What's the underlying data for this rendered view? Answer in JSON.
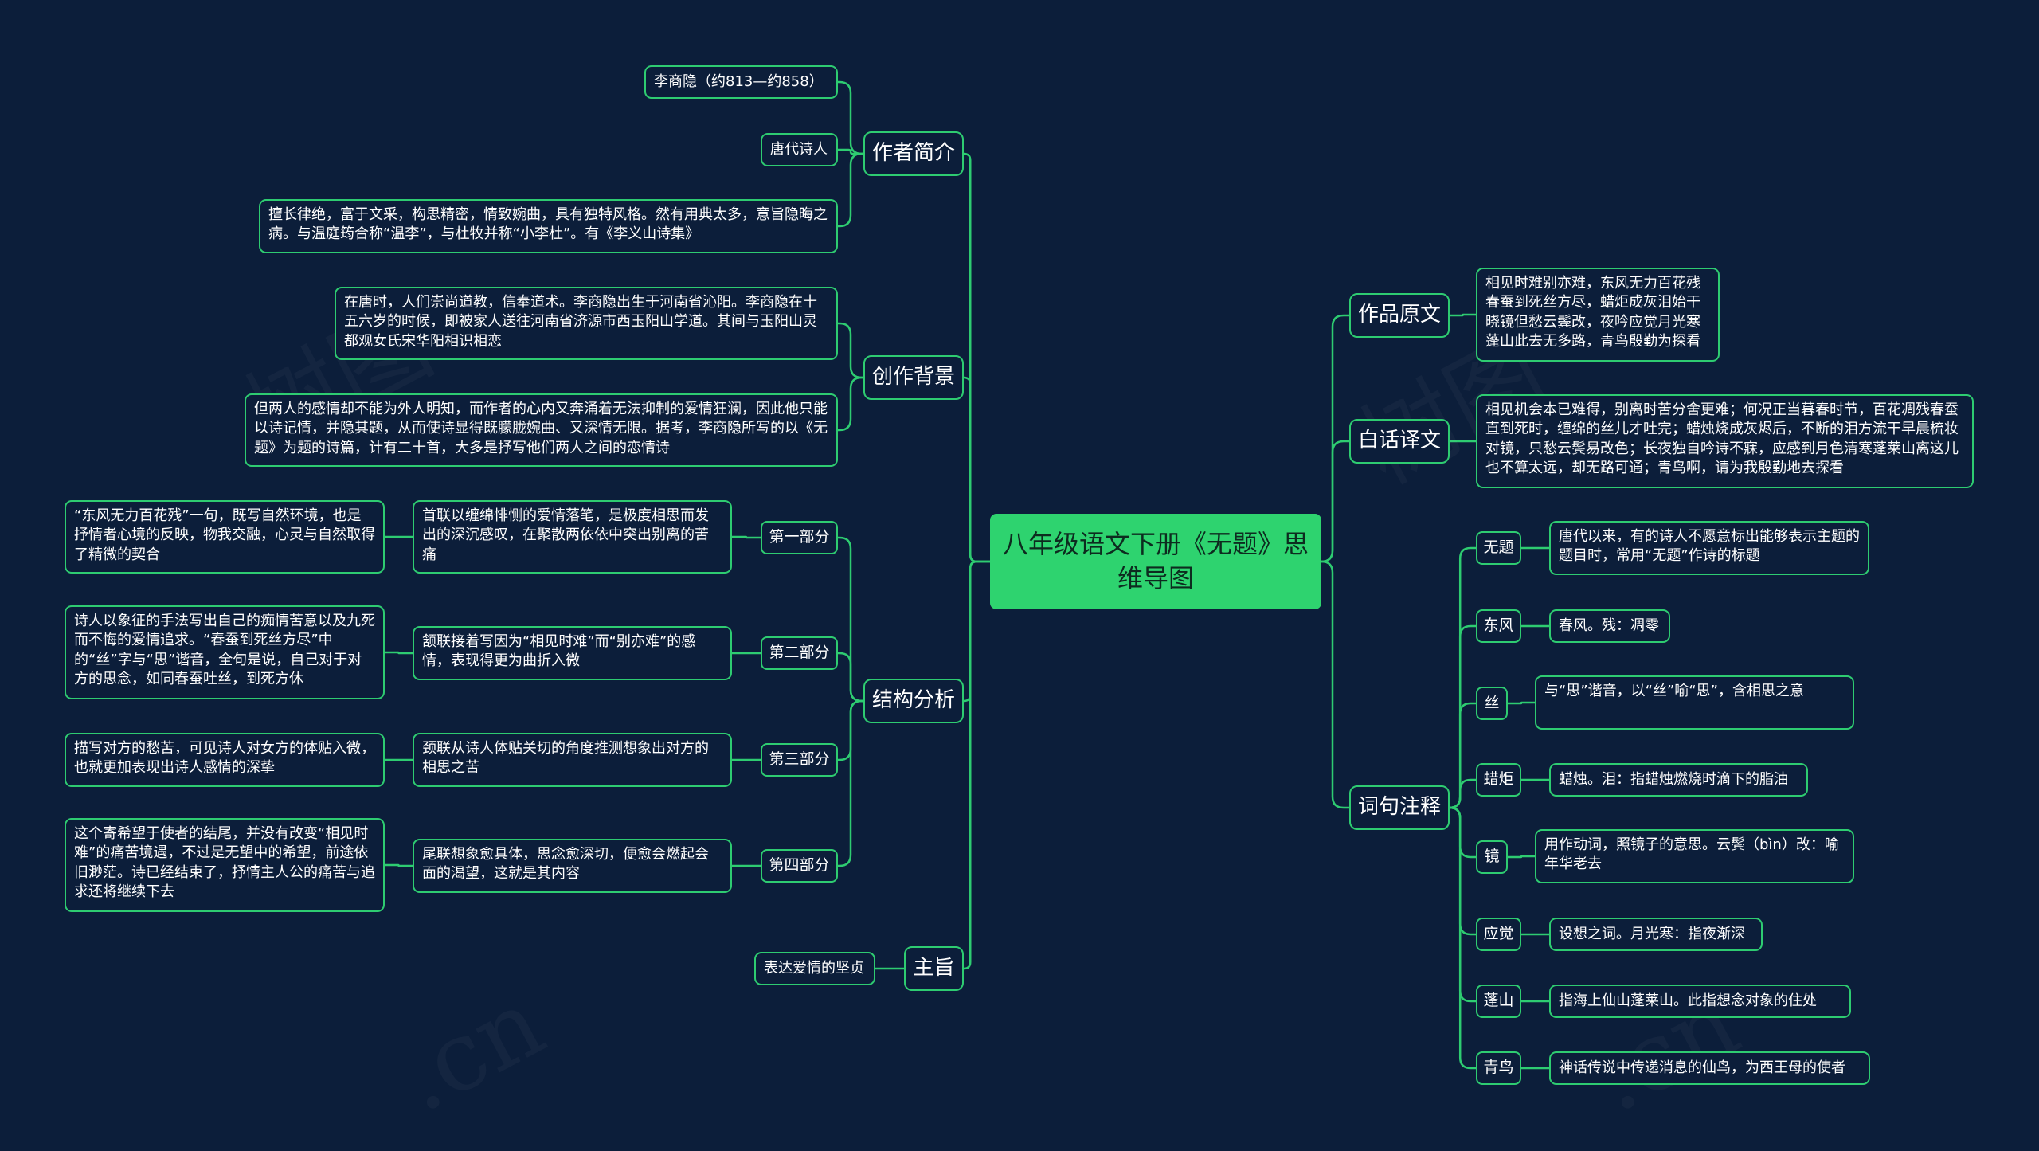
{
  "root": "八年级语文下册《无题》思维导图",
  "left": {
    "author": {
      "label": "作者简介",
      "items": [
        "李商隐（约813—约858）",
        "唐代诗人",
        "擅长律绝，富于文采，构思精密，情致婉曲，具有独特风格。然有用典太多，意旨隐晦之病。与温庭筠合称“温李”，与杜牧并称“小李杜”。有《李义山诗集》"
      ]
    },
    "background": {
      "label": "创作背景",
      "items": [
        "在唐时，人们崇尚道教，信奉道术。李商隐出生于河南省沁阳。李商隐在十五六岁的时候，即被家人送往河南省济源市西玉阳山学道。其间与玉阳山灵都观女氏宋华阳相识相恋",
        "但两人的感情却不能为外人明知，而作者的心内又奔涌着无法抑制的爱情狂澜，因此他只能以诗记情，并隐其题，从而使诗显得既朦胧婉曲、又深情无限。据考，李商隐所写的以《无题》为题的诗篇，计有二十首，大多是抒写他们两人之间的恋情诗"
      ]
    },
    "structure": {
      "label": "结构分析",
      "parts": [
        {
          "label": "第一部分",
          "mid": "首联以缠绵悱恻的爱情落笔，是极度相思而发出的深沉感叹，在聚散两依依中突出别离的苦痛",
          "far": "“东风无力百花残”一句，既写自然环境，也是抒情者心境的反映，物我交融，心灵与自然取得了精微的契合"
        },
        {
          "label": "第二部分",
          "mid": "颔联接着写因为“相见时难”而“别亦难”的感情，表现得更为曲折入微",
          "far": "诗人以象征的手法写出自己的痴情苦意以及九死而不悔的爱情追求。“春蚕到死丝方尽”中的“丝”字与“思”谐音，全句是说，自己对于对方的思念，如同春蚕吐丝，到死方休"
        },
        {
          "label": "第三部分",
          "mid": "颈联从诗人体贴关切的角度推测想象出对方的相思之苦",
          "far": "描写对方的愁苦，可见诗人对女方的体贴入微，也就更加表现出诗人感情的深挚"
        },
        {
          "label": "第四部分",
          "mid": "尾联想象愈具体，思念愈深切，便愈会燃起会面的渴望，这就是其内容",
          "far": "这个寄希望于使者的结尾，并没有改变“相见时难”的痛苦境遇，不过是无望中的希望，前途依旧渺茫。诗已经结束了，抒情主人公的痛苦与追求还将继续下去"
        }
      ]
    },
    "theme": {
      "label": "主旨",
      "items": [
        "表达爱情的坚贞"
      ]
    }
  },
  "right": {
    "original": {
      "label": "作品原文",
      "text": "相见时难别亦难，东风无力百花残春蚕到死丝方尽，蜡炬成灰泪始干晓镜但愁云鬓改，夜吟应觉月光寒蓬山此去无多路，青鸟殷勤为探看"
    },
    "translation": {
      "label": "白话译文",
      "text": "相见机会本已难得，别离时苦分舍更难；何况正当暮春时节，百花凋残春蚕直到死时，缠绵的丝儿才吐完；蜡烛烧成灰烬后，不断的泪方流干早晨梳妆对镜，只愁云鬓易改色；长夜独自吟诗不寐，应感到月色清寒蓬莱山离这儿也不算太远，却无路可通；青鸟啊，请为我殷勤地去探看"
    },
    "notes": {
      "label": "词句注释",
      "items": [
        {
          "term": "无题",
          "def": "唐代以来，有的诗人不愿意标出能够表示主题的题目时，常用“无题”作诗的标题"
        },
        {
          "term": "东风",
          "def": "春风。残：凋零"
        },
        {
          "term": "丝",
          "def": "与“思”谐音，以“丝”喻“思”，含相思之意"
        },
        {
          "term": "蜡炬",
          "def": "蜡烛。泪：指蜡烛燃烧时滴下的脂油"
        },
        {
          "term": "镜",
          "def": "用作动词，照镜子的意思。云鬓（bìn）改：喻年华老去"
        },
        {
          "term": "应觉",
          "def": "设想之词。月光寒：指夜渐深"
        },
        {
          "term": "蓬山",
          "def": "指海上仙山蓬莱山。此指想念对象的住处"
        },
        {
          "term": "青鸟",
          "def": "神话传说中传递消息的仙鸟，为西王母的使者"
        }
      ]
    }
  },
  "colors": {
    "background": "#0c1e3a",
    "line": "#2ecc71",
    "root_fill": "#2ed36f"
  }
}
